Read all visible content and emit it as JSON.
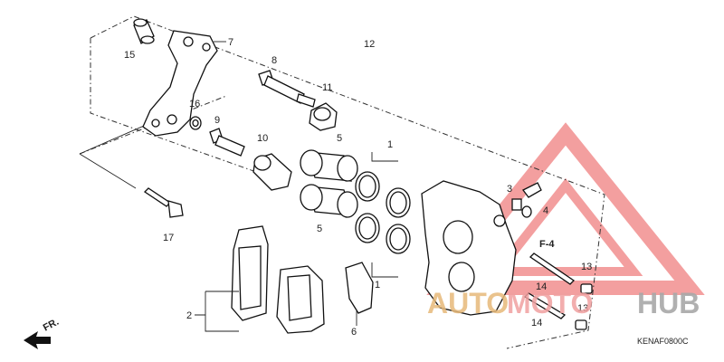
{
  "diagram": {
    "callouts": [
      {
        "id": "c1",
        "text": "1"
      },
      {
        "id": "c1b",
        "text": "1"
      },
      {
        "id": "c2",
        "text": "2"
      },
      {
        "id": "c3",
        "text": "3"
      },
      {
        "id": "c4",
        "text": "4"
      },
      {
        "id": "c5",
        "text": "5"
      },
      {
        "id": "c5b",
        "text": "5"
      },
      {
        "id": "c6",
        "text": "6"
      },
      {
        "id": "c7",
        "text": "7"
      },
      {
        "id": "c8",
        "text": "8"
      },
      {
        "id": "c9",
        "text": "9"
      },
      {
        "id": "c10",
        "text": "10"
      },
      {
        "id": "c11",
        "text": "11"
      },
      {
        "id": "c12",
        "text": "12"
      },
      {
        "id": "c13",
        "text": "13"
      },
      {
        "id": "c13b",
        "text": "13"
      },
      {
        "id": "c14",
        "text": "14"
      },
      {
        "id": "c14b",
        "text": "14"
      },
      {
        "id": "c15",
        "text": "15"
      },
      {
        "id": "c16",
        "text": "16"
      },
      {
        "id": "c17",
        "text": "17"
      }
    ],
    "ref_label": "F-4",
    "direction_label": "FR.",
    "diagram_code": "KENAF0800C"
  },
  "watermark": {
    "part1": "AUTO",
    "part2": "MOTO",
    "part3": "HUB",
    "colors": {
      "auto": "#e7b97a",
      "moto": "#f0a0a0",
      "hub": "#a8a8a8",
      "triangle": "#f08080"
    }
  }
}
